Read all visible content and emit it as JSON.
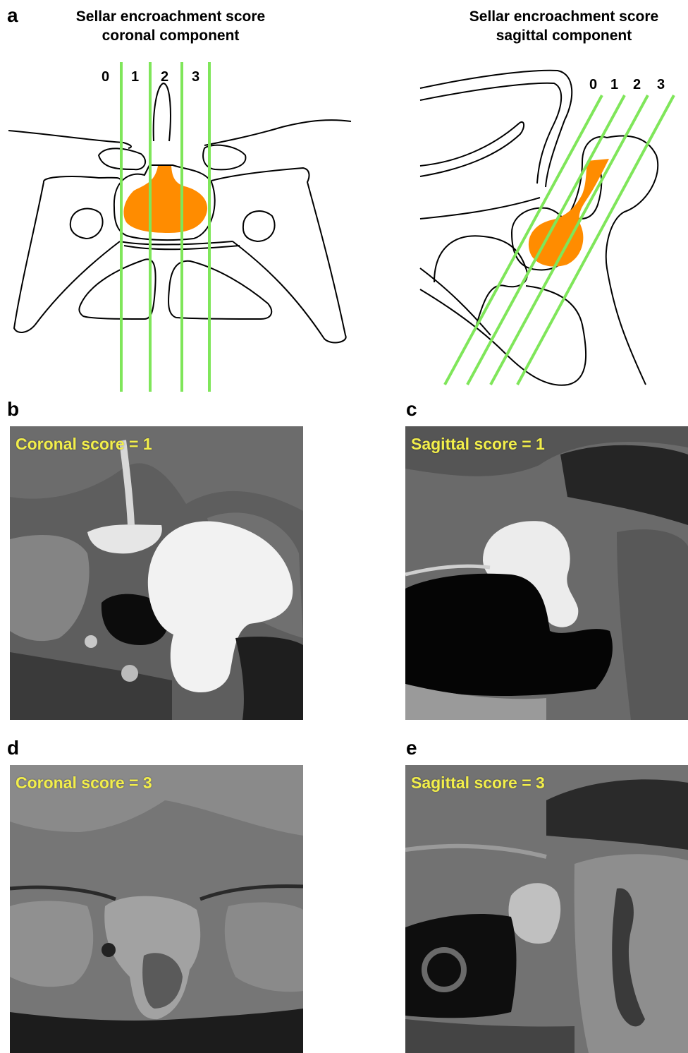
{
  "panels": {
    "a": {
      "letter": "a",
      "coronal_title_line1": "Sellar encroachment score",
      "coronal_title_line2": "coronal component",
      "sagittal_title_line1": "Sellar encroachment score",
      "sagittal_title_line2": "sagittal component",
      "coronal_scores": [
        "0",
        "1",
        "2",
        "3"
      ],
      "sagittal_scores": [
        "0",
        "1",
        "2",
        "3"
      ]
    },
    "b": {
      "letter": "b",
      "label": "Coronal score = 1"
    },
    "c": {
      "letter": "c",
      "label": "Sagittal score = 1"
    },
    "d": {
      "letter": "d",
      "label": "Coronal score = 3"
    },
    "e": {
      "letter": "e",
      "label": "Sagittal score = 3"
    }
  },
  "colors": {
    "tumor": "#ff8c00",
    "score_lines": "#7fe65a",
    "label_text": "#f2ee4a"
  }
}
